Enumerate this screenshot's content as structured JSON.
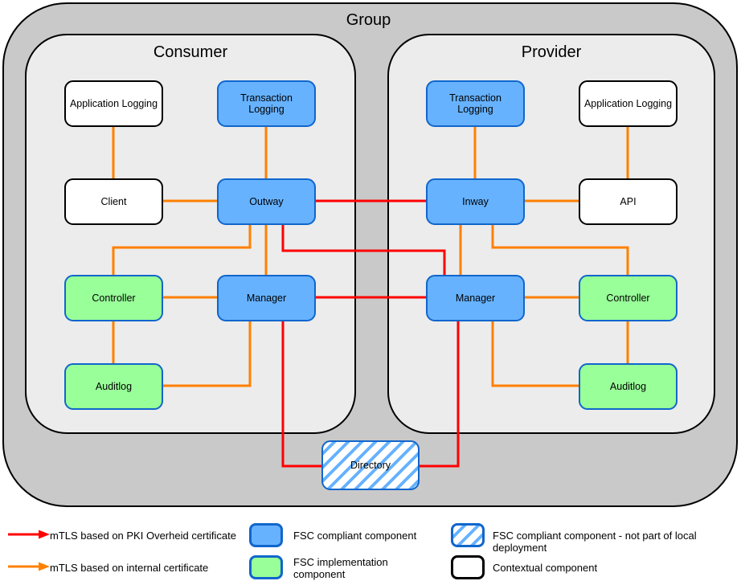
{
  "groups": {
    "group": "Group",
    "consumer": "Consumer",
    "provider": "Provider"
  },
  "nodes": {
    "consumer": {
      "application_logging": "Application Logging",
      "transaction_logging": "Transaction Logging",
      "client": "Client",
      "outway": "Outway",
      "controller": "Controller",
      "manager": "Manager",
      "auditlog": "Auditlog"
    },
    "provider": {
      "transaction_logging": "Transaction Logging",
      "application_logging": "Application Logging",
      "inway": "Inway",
      "api": "API",
      "manager": "Manager",
      "controller": "Controller",
      "auditlog": "Auditlog"
    },
    "directory": "Directory"
  },
  "legend": {
    "edges": [
      {
        "label": "mTLS based on PKI Overheid certificate",
        "color": "red"
      },
      {
        "label": "mTLS based on internal certificate",
        "color": "orange"
      }
    ],
    "boxes": [
      {
        "label": "FSC compliant component",
        "variant": "fsc-compliant"
      },
      {
        "label": "FSC implementation component",
        "variant": "fsc-implementation"
      },
      {
        "label": "FSC compliant component - not part of local deployment",
        "variant": "fsc-compliant-remote"
      },
      {
        "label": "Contextual component",
        "variant": "contextual"
      }
    ]
  },
  "colors": {
    "red": "#FF0000",
    "orange": "#FF8000",
    "blue_fill": "#66B2FF",
    "blue_border": "#1066CC",
    "green_fill": "#99FF99",
    "group_fill": "#C9C9C9",
    "panel_fill": "#ECECEC"
  }
}
